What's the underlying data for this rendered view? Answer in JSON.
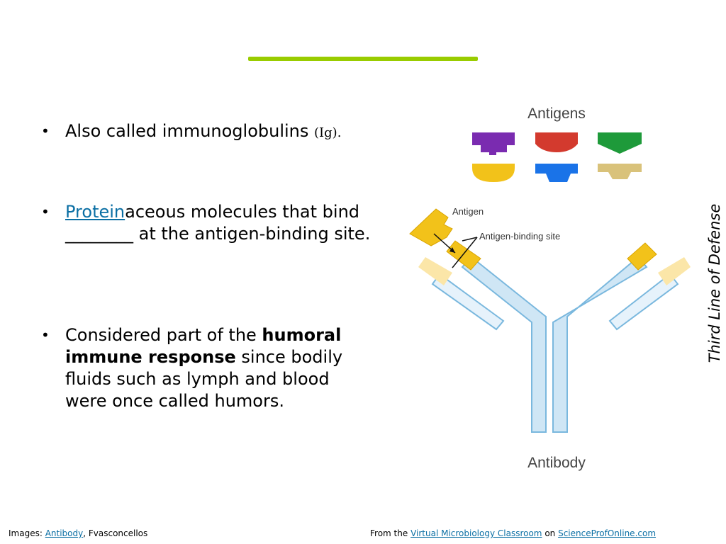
{
  "bullets": {
    "b1": {
      "text": "Also called immunoglobulins ",
      "small": "(Ig)."
    },
    "b2": {
      "link": "Protein",
      "text_a": "aceous molecules that bind ________ at the antigen-binding site."
    },
    "b3": {
      "text_a": "Considered part of the ",
      "bold": "humoral immune response",
      "text_b": " since bodily fluids such as lymph and blood were once called humors."
    }
  },
  "side_title": "Third Line of Defense",
  "diagram": {
    "antigens_label": "Antigens",
    "antigen_label": "Antigen",
    "binding_site_label": "Antigen-binding site",
    "antibody_label": "Antibody",
    "antigen_colors": [
      "#7a2bb0",
      "#d33a2e",
      "#1e9a3a",
      "#f2c21a",
      "#1a73e8",
      "#d9c27a"
    ]
  },
  "footer": {
    "images_prefix": "Images: ",
    "images_link": "Antibody",
    "images_suffix": ", Fvasconcellos",
    "from_prefix": "From the ",
    "from_link": "Virtual Microbiology Classroom",
    "on_text": " on ",
    "site_link": "ScienceProfOnline.com"
  }
}
